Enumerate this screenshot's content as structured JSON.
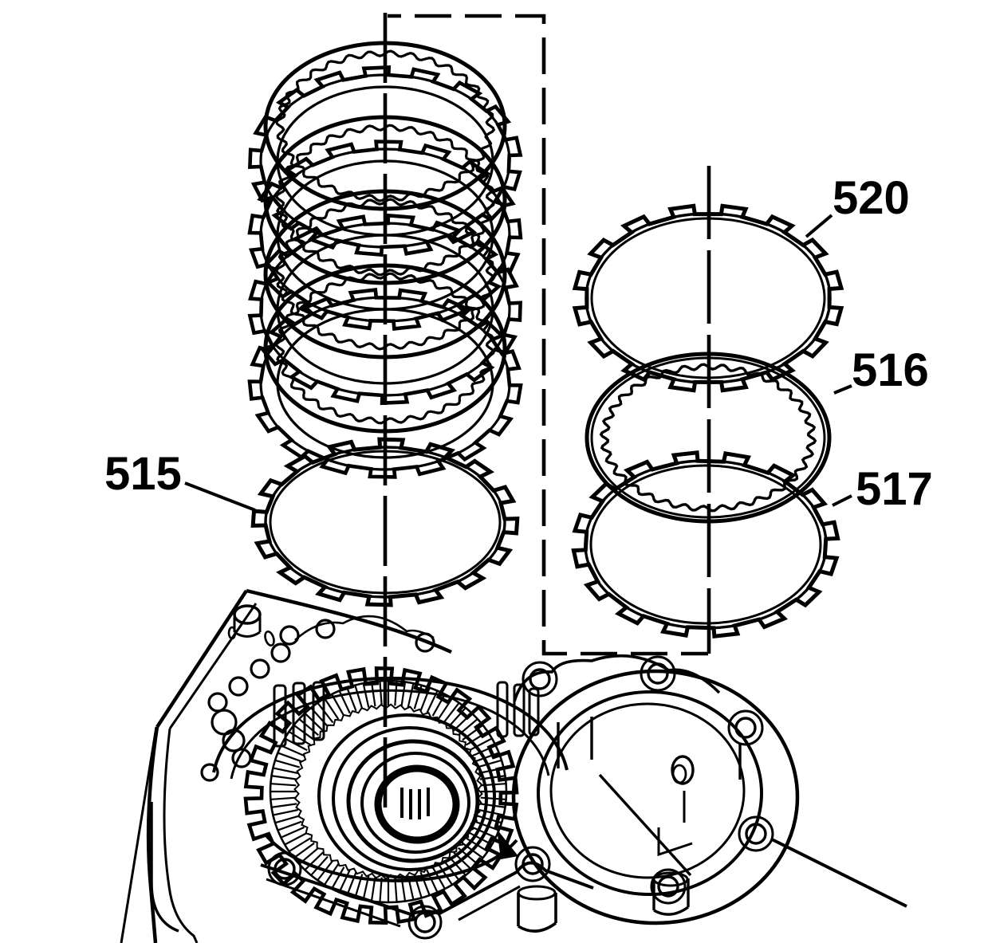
{
  "diagram": {
    "background_color": "#ffffff",
    "line_color": "#000000",
    "callouts": [
      {
        "label": "515"
      },
      {
        "label": "520"
      },
      {
        "label": "516"
      },
      {
        "label": "517"
      }
    ]
  }
}
